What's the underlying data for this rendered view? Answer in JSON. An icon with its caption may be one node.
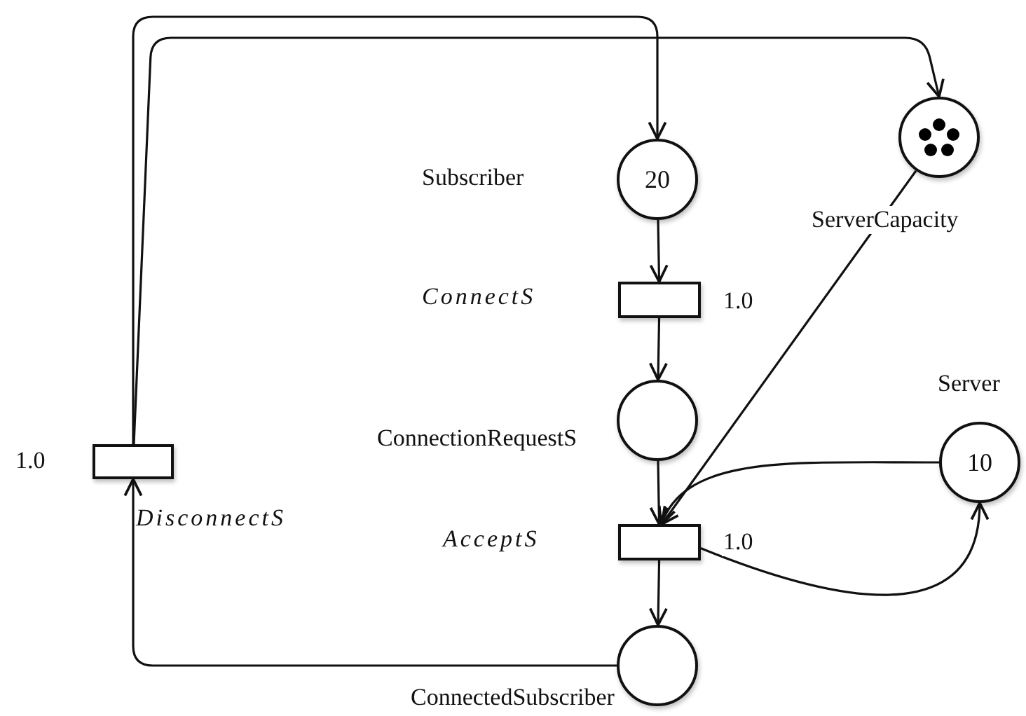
{
  "diagram": {
    "nodes": [
      {
        "text": [
          "20"
        ],
        "beside": [
          "Subscriber"
        ]
      },
      {
        "text": [],
        "shape": "circle",
        "beside": [
          "ServerCapacity"
        ]
      },
      {
        "text": [],
        "shape": "box",
        "beside": [
          "ConnectS",
          "1.0"
        ]
      },
      {
        "text": [],
        "shape": "circle",
        "beside": [
          "ConnectionRequestS"
        ]
      },
      {
        "text": [
          "10"
        ],
        "beside": [
          "Server"
        ]
      },
      {
        "text": [],
        "shape": "box",
        "beside": [
          "1.0",
          "DisconnectS"
        ]
      },
      {
        "text": [],
        "shape": "box",
        "beside": [
          "AcceptS",
          "1.0"
        ]
      },
      {
        "text": [],
        "shape": "circle",
        "beside": [
          "ConnectedSubscriber"
        ]
      }
    ],
    "edges": [
      {
        "from": 0,
        "to": 2,
        "arrow": "to"
      },
      {
        "from": 2,
        "to": 3,
        "arrow": "to"
      },
      {
        "from": 3,
        "to": 6,
        "arrow": "to"
      },
      {
        "from": 1,
        "to": 6,
        "arrow": "to"
      },
      {
        "from": 4,
        "to": 6,
        "arrow": "to"
      },
      {
        "from": 6,
        "to": 7,
        "arrow": "to"
      },
      {
        "from": 6,
        "to": 4,
        "arrow": "to"
      },
      {
        "from": 7,
        "to": 5,
        "arrow": "to"
      },
      {
        "from": 5,
        "to": 0,
        "arrow": "to"
      },
      {
        "from": 5,
        "to": 1,
        "arrow": "to"
      }
    ]
  }
}
